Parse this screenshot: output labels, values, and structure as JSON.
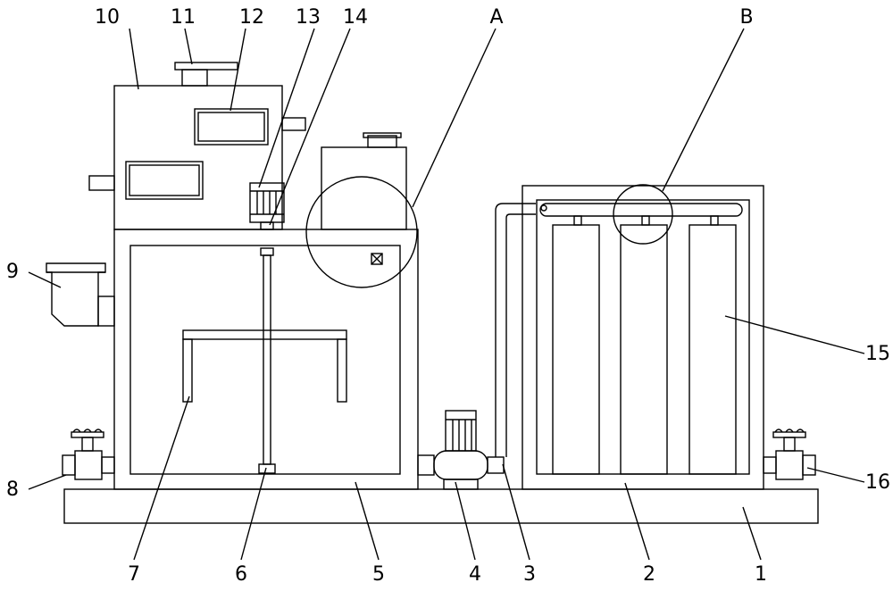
{
  "labels": {
    "l1": "1",
    "l2": "2",
    "l3": "3",
    "l4": "4",
    "l5": "5",
    "l6": "6",
    "l7": "7",
    "l8": "8",
    "l9": "9",
    "l10": "10",
    "l11": "11",
    "l12": "12",
    "l13": "13",
    "l14": "14",
    "l15": "15",
    "l16": "16",
    "lA": "A",
    "lB": "B"
  }
}
